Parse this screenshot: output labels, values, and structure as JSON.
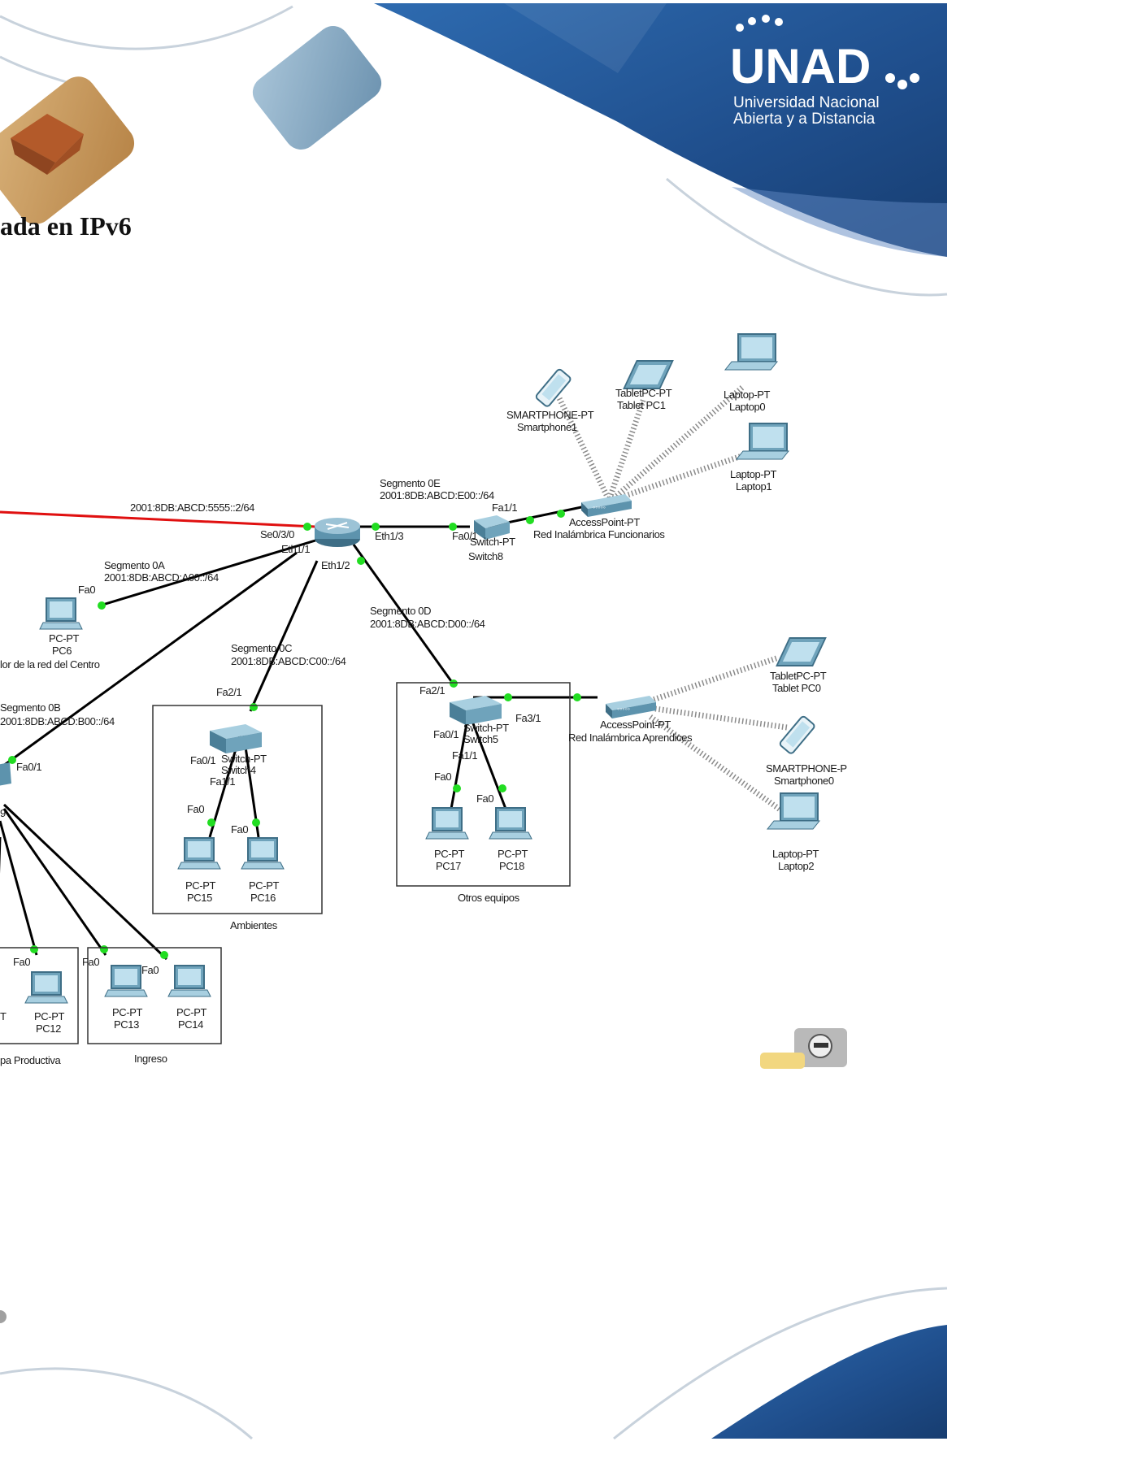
{
  "header": {
    "title_fragment": "ada en IPv6",
    "logo": {
      "wordmark": "UNAD",
      "line1": "Universidad Nacional",
      "line2": "Abierta y a Distancia"
    }
  },
  "colors": {
    "brand_blue": "#1f4e8c",
    "link": "#000000",
    "serial_link": "#e01010",
    "port_dot": "#22dd22",
    "wireless": "#888888"
  },
  "diagram": {
    "labels": {
      "serial_net": "2001:8DB:ABCD:5555::2/64",
      "seg0e_title": "Segmento 0E",
      "seg0e_net": "2001:8DB:ABCD:E00::/64",
      "seg0a_title": "Segmento 0A",
      "seg0a_net": "2001:8DB:ABCD:A00::/64",
      "seg0b_title": "Segmento 0B",
      "seg0b_net": "2001:8DB:ABCD:B00::/64",
      "seg0c_title": "Segmento 0C",
      "seg0c_net": "2001:8DB:ABCD:C00::/64",
      "seg0d_title": "Segmento 0D",
      "seg0d_net": "2001:8DB:ABCD:D00::/64",
      "router_se": "Se0/3/0",
      "router_eth11": "Eth1/1",
      "router_eth13": "Eth1/3",
      "router_eth12": "Eth1/2",
      "sw8_fa01": "Fa0/1",
      "sw8_fa11": "Fa1/1",
      "sw8_type": "Switch-PT",
      "sw8_name": "Switch8",
      "ap1_type": "AccessPoint-PT",
      "ap1_name": "Red Inalámbrica Funcionarios",
      "sp1_type": "SMARTPHONE-PT",
      "sp1_name": "Smartphone1",
      "tab1_type": "TabletPC-PT",
      "tab1_name": "Tablet PC1",
      "lap0_type": "Laptop-PT",
      "lap0_name": "Laptop0",
      "lap1_type": "Laptop-PT",
      "lap1_name": "Laptop1",
      "pc6_port": "Fa0",
      "pc6_type": "PC-PT",
      "pc6_name": "PC6",
      "pc6_area": "lor de la red del Centro",
      "sw9_port": "Fa0/1",
      "sw9_name": "9",
      "sw4_fa21": "Fa2/1",
      "sw4_fa01": "Fa0/1",
      "sw4_fa11": "Fa1/1",
      "sw4_type": "Switch-PT",
      "sw4_name": "Switch4",
      "pc15_port": "Fa0",
      "pc16_port": "Fa0",
      "pc15_type": "PC-PT",
      "pc15_name": "PC15",
      "pc16_type": "PC-PT",
      "pc16_name": "PC16",
      "ambientes": "Ambientes",
      "sw5_fa21": "Fa2/1",
      "sw5_fa31": "Fa3/1",
      "sw5_fa01": "Fa0/1",
      "sw5_fa11": "Fa1/1",
      "sw5_type": "Switch-PT",
      "sw5_name": "Switch5",
      "pc17_port": "Fa0",
      "pc18_port": "Fa0",
      "pc17_type": "PC-PT",
      "pc17_name": "PC17",
      "pc18_type": "PC-PT",
      "pc18_name": "PC18",
      "otros": "Otros equipos",
      "ap2_type": "AccessPoint-PT",
      "ap2_name": "Red Inalámbrica Aprendices",
      "tab0_type": "TabletPC-PT",
      "tab0_name": "Tablet PC0",
      "sp0_type": "SMARTPHONE-P",
      "sp0_name": "Smartphone0",
      "lap2_type": "Laptop-PT",
      "lap2_name": "Laptop2",
      "pc12_port": "Fa0",
      "pc12_type": "PC-PT",
      "pc12_name": "PC12",
      "pc11_partial": "T",
      "pc13_port": "Fa0",
      "pc14_port": "Fa0",
      "pc13_type": "PC-PT",
      "pc13_name": "PC13",
      "pc14_type": "PC-PT",
      "pc14_name": "PC14",
      "etapa": "pa Productiva",
      "ingreso": "Ingreso"
    }
  }
}
